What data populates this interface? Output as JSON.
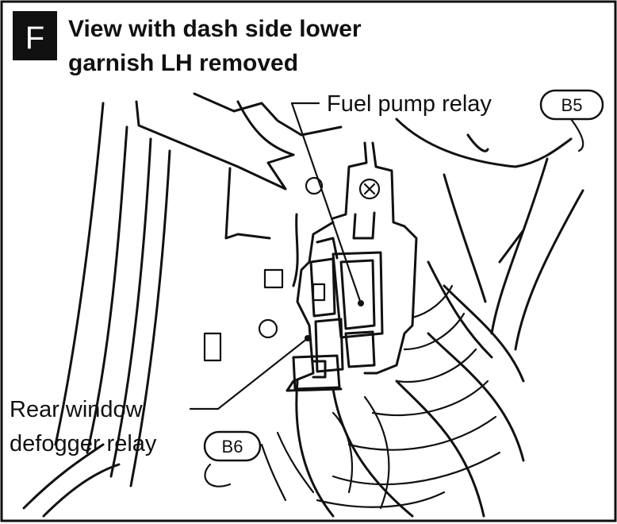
{
  "view_badge": "F",
  "title_line1": "View with dash side lower",
  "title_line2": "garnish LH removed",
  "labels": {
    "fuel_pump_relay": "Fuel pump relay",
    "fuel_pump_connector": "B5",
    "rear_window_line1": "Rear window",
    "rear_window_line2": "defogger relay",
    "rear_window_connector": "B6"
  }
}
